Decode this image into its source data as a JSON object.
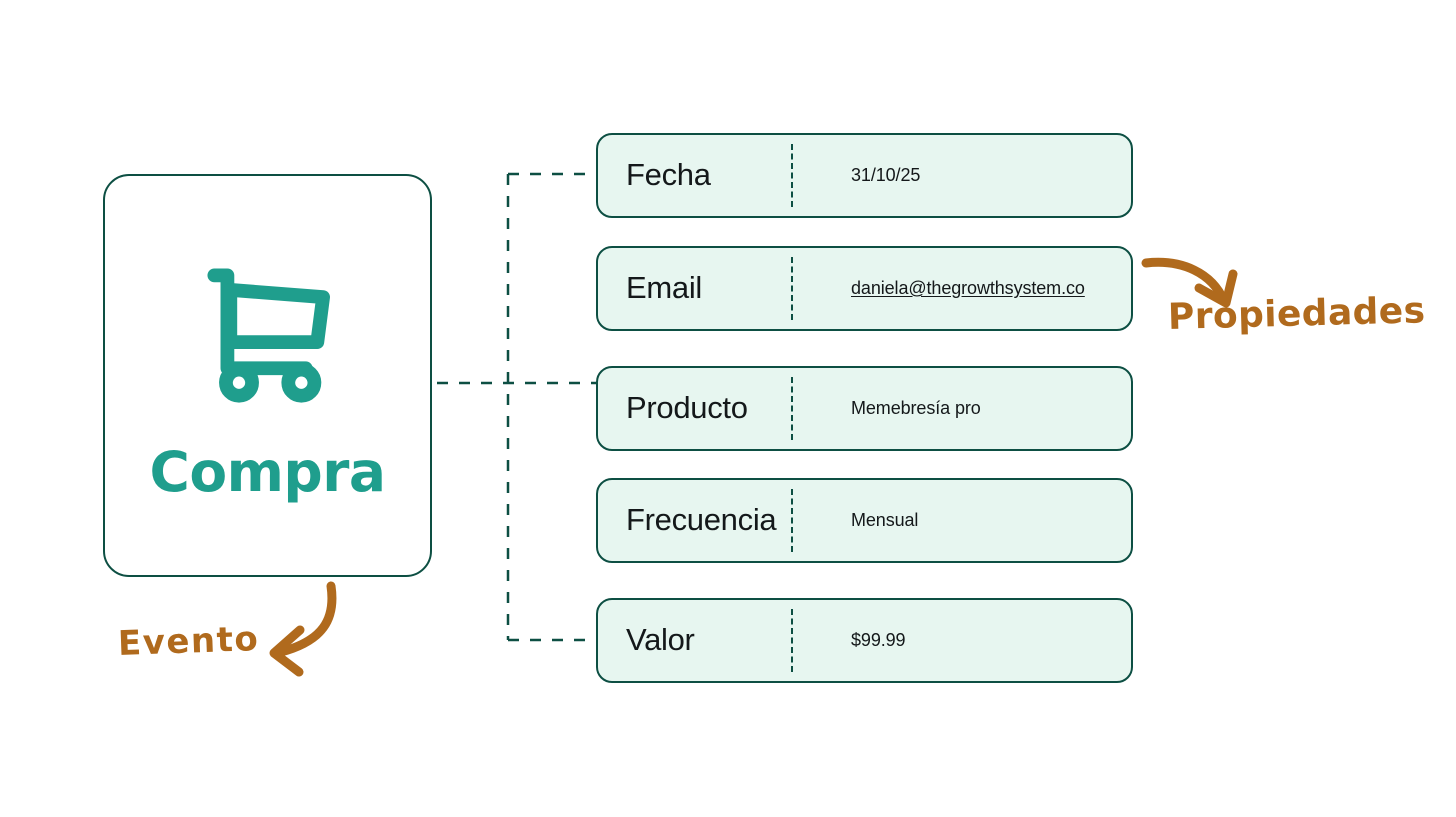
{
  "event_card": {
    "title": "Compra",
    "icon": "shopping-cart-icon",
    "accent_color": "#1f9e8d",
    "border_color": "#0d4f43",
    "background": "#ffffff"
  },
  "properties": {
    "row_background": "#e7f6f0",
    "row_border_color": "#0d4f43",
    "rows": [
      {
        "label": "Fecha",
        "value": "31/10/25",
        "underlined": false
      },
      {
        "label": "Email",
        "value": "daniela@thegrowthsystem.co",
        "underlined": true
      },
      {
        "label": "Producto",
        "value": "Memebresía pro",
        "underlined": false
      },
      {
        "label": "Frecuencia",
        "value": "Mensual",
        "underlined": false
      },
      {
        "label": "Valor",
        "value": "$99.99",
        "underlined": false
      }
    ]
  },
  "annotations": {
    "color": "#b06a1d",
    "evento": "Evento",
    "propiedades": "Propiedades"
  },
  "connectors": {
    "color": "#0d4f43",
    "style": "dashed"
  }
}
